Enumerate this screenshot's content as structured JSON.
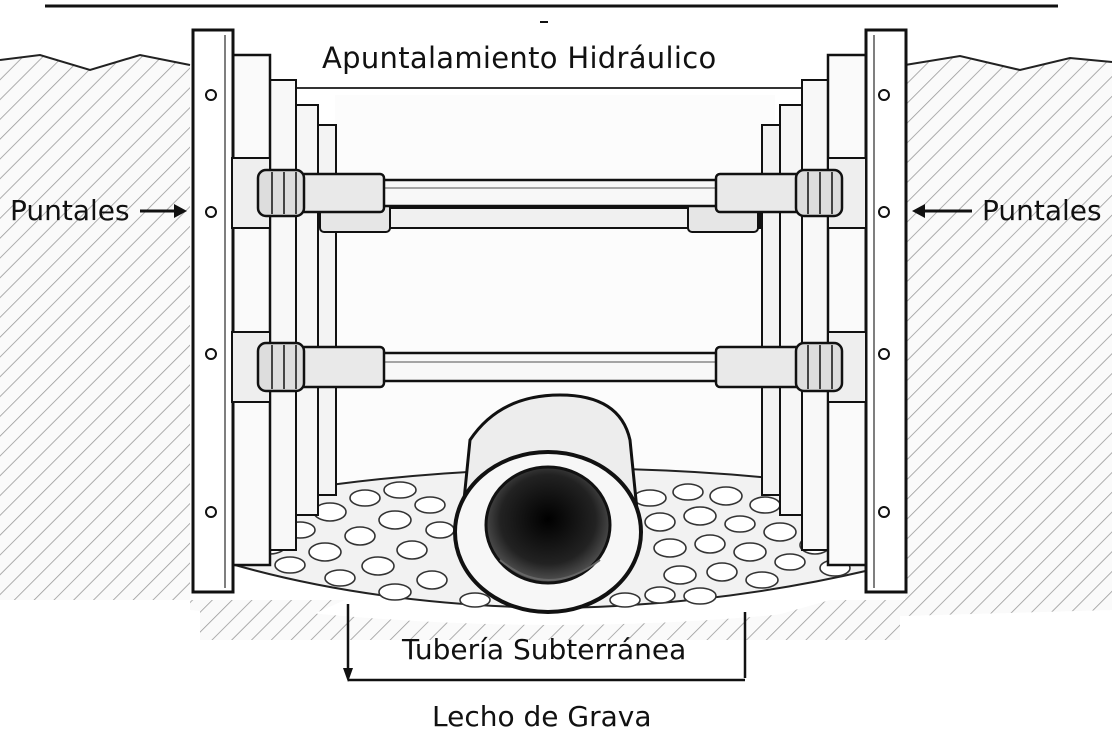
{
  "diagram": {
    "title": "Apuntalamiento Hidráulico",
    "labels": {
      "struts_left": "Puntales",
      "struts_right": "Puntales",
      "pipe": "Tubería Subterránea",
      "bed": "Lecho de Grava"
    }
  },
  "colors": {
    "ink": "#111111",
    "soil": "#f4f4f4",
    "pipe_interior": "#1a1a1a",
    "metal": "#e9e9e9",
    "background": "#ffffff"
  }
}
